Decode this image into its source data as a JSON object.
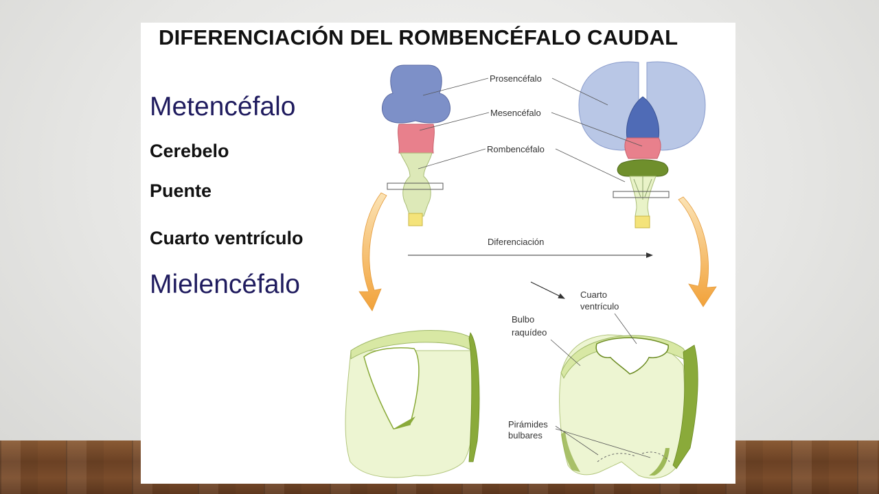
{
  "slide": {
    "title": "DIFERENCIACIÓN DEL ROMBENCÉFALO CAUDAL",
    "list": [
      "Metencéfalo",
      "Cerebelo",
      "Puente",
      "Cuarto ventrículo",
      "Mielencéfalo"
    ]
  },
  "diagram": {
    "labels": {
      "prosencefalo": "Prosencéfalo",
      "mesencefalo": "Mesencéfalo",
      "rombencefalo": "Rombencéfalo",
      "diferenciacion": "Diferenciación",
      "cuarto_ventriculo": [
        "Cuarto",
        "ventrículo"
      ],
      "bulbo_raquideo": [
        "Bulbo",
        "raquídeo"
      ],
      "piramides_bulbares": [
        "Pirámides",
        "bulbares"
      ]
    },
    "colors": {
      "prosencefalo": "#7d90c8",
      "mesencefalo": "#e8808c",
      "rombencefalo": "#dde9b8",
      "metencefalo": "#6f8f2c",
      "medulla": "#e9f3c8",
      "spinal_cord": "#f4e37a",
      "arrow": "#f2a23a"
    }
  }
}
